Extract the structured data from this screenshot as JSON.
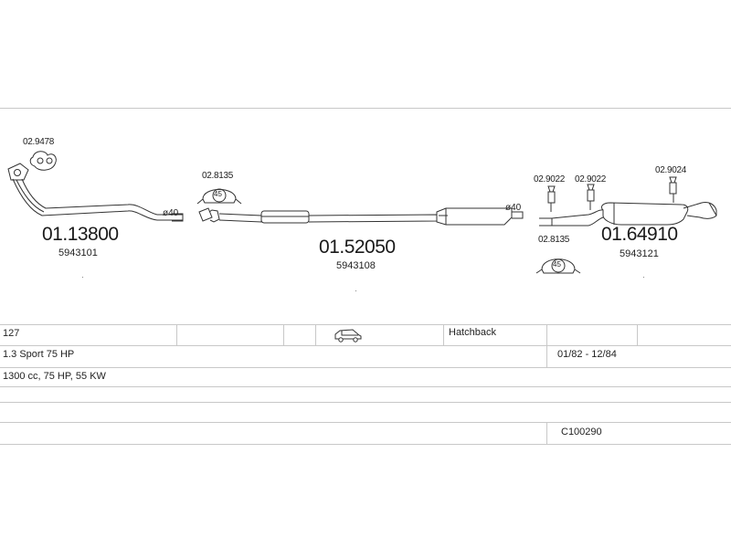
{
  "parts": {
    "downpipe": {
      "part_no": "01.13800",
      "oem": "5943101"
    },
    "middle": {
      "part_no": "01.52050",
      "oem": "5943108"
    },
    "rear": {
      "part_no": "01.64910",
      "oem": "5943121"
    }
  },
  "accessories": {
    "a1": "02.9478",
    "a2": "02.8135",
    "a3": "02.9022",
    "a4": "02.9022",
    "a5": "02.9024",
    "a6": "02.8135"
  },
  "diameters": {
    "d1": "ø40",
    "d2": "ø40"
  },
  "clamp_marks": {
    "c1": "45",
    "c2": "45"
  },
  "vehicle": {
    "model": "127",
    "body_type": "Hatchback",
    "variant": "1.3 Sport 75 HP",
    "period": "01/82 - 12/84",
    "engine": "1300 cc, 75 HP, 55 KW",
    "code": "C100290"
  },
  "icons": {
    "car": "hatchback-car-icon"
  }
}
